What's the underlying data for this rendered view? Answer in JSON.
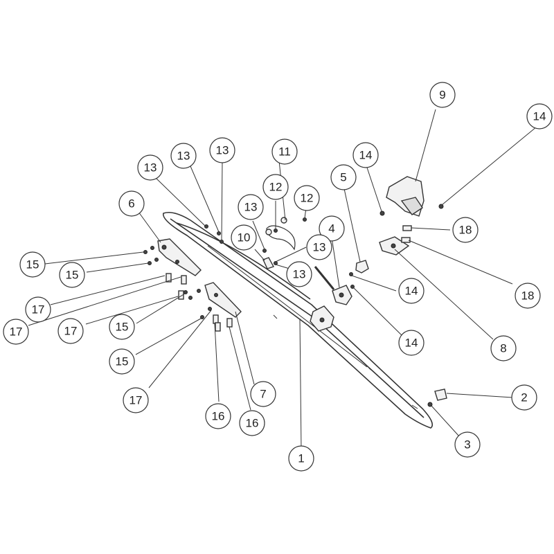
{
  "callouts": [
    {
      "label": "1"
    },
    {
      "label": "2"
    },
    {
      "label": "3"
    },
    {
      "label": "4"
    },
    {
      "label": "5"
    },
    {
      "label": "6"
    },
    {
      "label": "7"
    },
    {
      "label": "8"
    },
    {
      "label": "9"
    },
    {
      "label": "10"
    },
    {
      "label": "11"
    },
    {
      "label": "12"
    },
    {
      "label": "12"
    },
    {
      "label": "13"
    },
    {
      "label": "13"
    },
    {
      "label": "13"
    },
    {
      "label": "13"
    },
    {
      "label": "13"
    },
    {
      "label": "13"
    },
    {
      "label": "14"
    },
    {
      "label": "14"
    },
    {
      "label": "14"
    },
    {
      "label": "14"
    },
    {
      "label": "15"
    },
    {
      "label": "15"
    },
    {
      "label": "15"
    },
    {
      "label": "15"
    },
    {
      "label": "16"
    },
    {
      "label": "16"
    },
    {
      "label": "17"
    },
    {
      "label": "17"
    },
    {
      "label": "17"
    },
    {
      "label": "17"
    },
    {
      "label": "18"
    },
    {
      "label": "18"
    }
  ]
}
